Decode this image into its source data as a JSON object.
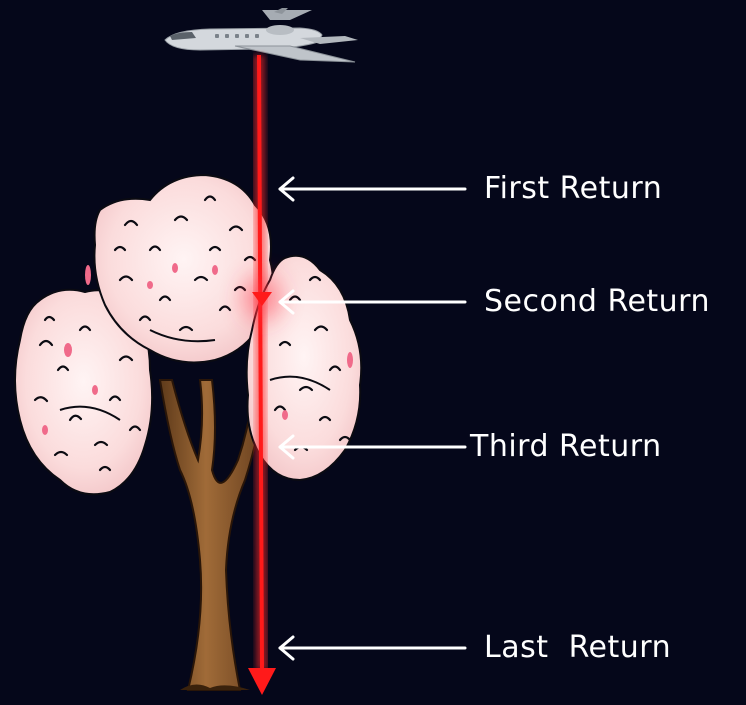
{
  "returns": [
    {
      "id": "first",
      "label": "First Return"
    },
    {
      "id": "second",
      "label": "Second Return"
    },
    {
      "id": "third",
      "label": "Third Return"
    },
    {
      "id": "last",
      "label": "Last  Return"
    }
  ],
  "colors": {
    "background": "#05071a",
    "pulse": "#ff1a1a",
    "arrow": "#ffffff",
    "blossom": "#fde2e2",
    "blossom_accent": "#f06a8a",
    "trunk": "#8b5a2b",
    "aircraft": "#cfd3d8"
  },
  "icons": {
    "aircraft": "jet-aircraft-icon",
    "tree": "blossom-tree-illustration"
  }
}
